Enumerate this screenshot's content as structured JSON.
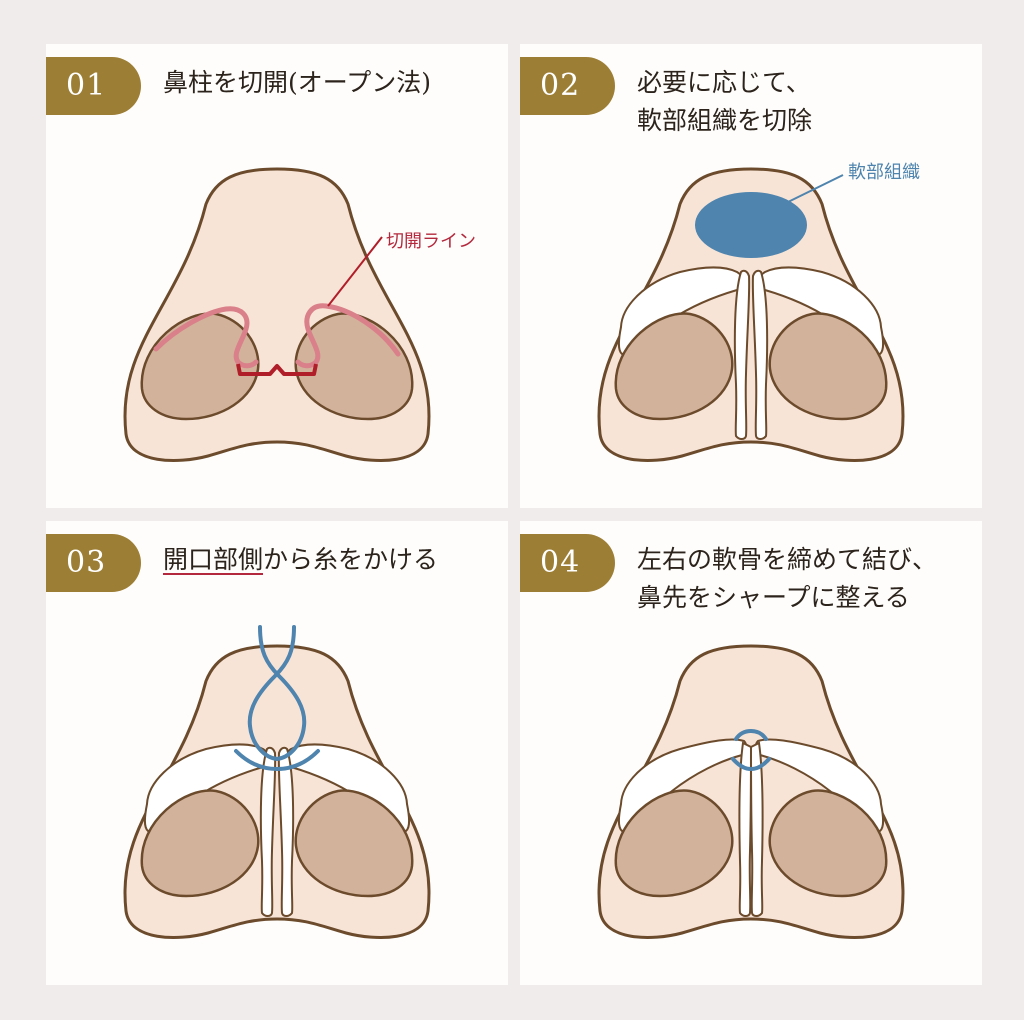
{
  "steps": [
    {
      "number": "01",
      "title_lines": [
        "鼻柱を切開(オープン法)"
      ],
      "callout_label": "切開ライン",
      "callout_color": "#b3283c"
    },
    {
      "number": "02",
      "title_lines": [
        "必要に応じて、",
        "軟部組織を切除"
      ],
      "callout_label": "軟部組織",
      "callout_color": "#4e84ae"
    },
    {
      "number": "03",
      "title_underlined": "開口部側",
      "title_rest": "から糸をかける"
    },
    {
      "number": "04",
      "title_lines": [
        "左右の軟骨を締めて結び、",
        "鼻先をシャープに整える"
      ]
    }
  ],
  "colors": {
    "badge": "#9d7e35",
    "skin": "#f8e4d7",
    "outline": "#6b4b2c",
    "nostril": "#d3b29b",
    "incision_dark": "#b01e2a",
    "incision_light": "#d9808a",
    "thread": "#4e84ae",
    "tissue": "#4e84ae"
  }
}
